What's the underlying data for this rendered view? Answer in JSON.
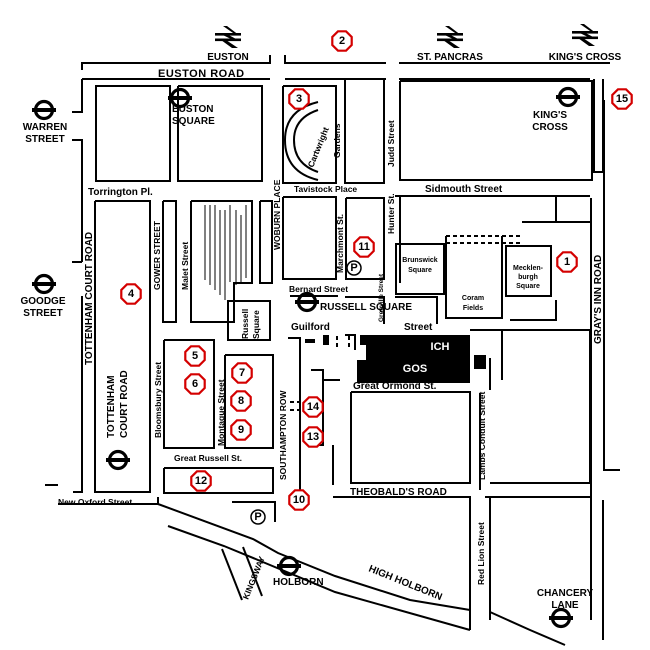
{
  "map": {
    "colors": {
      "ink": "#000000",
      "marker_ring": "#d40000",
      "paper": "#ffffff"
    },
    "roads": {
      "euston_road": "EUSTON   ROAD",
      "tottenham_court_road": "TOTTENHAM COURT ROAD",
      "grays_inn_road": "GRAY'S INN ROAD",
      "high_holborn": "HIGH HOLBORN",
      "theobalds_road": "THEOBALD'S ROAD",
      "southampton_row": "SOUTHAMPTON ROW",
      "woburn_place": "WOBURN PLACE",
      "gower_street": "GOWER STREET",
      "kingsway": "KINGSWAY",
      "new_oxford_street": "New Oxford Street",
      "torrington_pl": "Torrington Pl.",
      "tavistock_place": "Tavistock Place",
      "sidmouth_street": "Sidmouth Street",
      "bernard_street": "Bernard Street",
      "guilford_street": "Guilford",
      "guilford_street_2": "Street",
      "great_ormond_st": "Great Ormond St.",
      "great_russell_st": "Great Russell St.",
      "malet_street": "Malet Street",
      "bloomsbury_street": "Bloomsbury Street",
      "montague_street": "Montague Street",
      "marchmont_st": "Marchmont St.",
      "hunter_st": "Hunter St.",
      "judd_street": "Judd Street",
      "grenville_street": "Grenville Street",
      "lambs_conduit_street": "Lambs Conduit Street",
      "red_lion_street": "Red Lion Street",
      "cartwright": "Cartwright",
      "gardens": "Gardens"
    },
    "places": {
      "brunswick_square": [
        "Brunswick",
        "Square"
      ],
      "mecklenburgh_square": [
        "Mecklen-",
        "burgh",
        "Square"
      ],
      "coram_fields": [
        "Coram",
        "Fields"
      ],
      "russell_square_park": [
        "Russell",
        "Square"
      ],
      "ich": "ICH",
      "gos": "GOS"
    },
    "stations": {
      "euston": "EUSTON",
      "st_pancras": "ST. PANCRAS",
      "kings_cross_rail": "KING'S CROSS",
      "euston_square": [
        "EUSTON",
        "SQUARE"
      ],
      "kings_cross_tube": [
        "KING'S",
        "CROSS"
      ],
      "warren_street": [
        "WARREN",
        "STREET"
      ],
      "goodge_street": [
        "GOODGE",
        "STREET"
      ],
      "russell_square": "RUSSELL SQUARE",
      "tottenham_court_road_station": [
        "TOTTENHAM",
        "COURT ROAD"
      ],
      "holborn": "HOLBORN",
      "chancery_lane": [
        "CHANCERY",
        "LANE"
      ]
    },
    "markers": [
      "1",
      "2",
      "3",
      "4",
      "5",
      "6",
      "7",
      "8",
      "9",
      "10",
      "11",
      "12",
      "13",
      "14",
      "15"
    ],
    "parking": "P",
    "icons": [
      "national-rail-icon",
      "underground-roundel-icon",
      "parking-icon",
      "location-marker-icon"
    ]
  }
}
